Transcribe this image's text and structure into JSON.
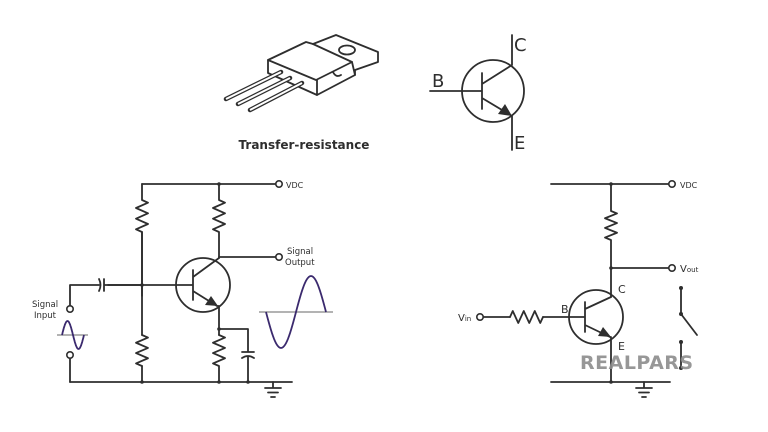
{
  "top": {
    "package_caption": "Transfer-resistance",
    "symbol": {
      "base": "B",
      "collector": "C",
      "emitter": "E"
    }
  },
  "left_circuit": {
    "supply": "VDC",
    "output_label_1": "Signal",
    "output_label_2": "Output",
    "input_label_1": "Signal",
    "input_label_2": "Input"
  },
  "right_circuit": {
    "supply": "VDC",
    "vout_main": "V",
    "vout_sub": "out",
    "vin_main": "V",
    "vin_sub": "in",
    "base": "B",
    "collector": "C",
    "emitter": "E"
  },
  "watermark": "REALPARS",
  "colors": {
    "wire": "#2e2e2e",
    "signal": "#3b2a6e",
    "axis": "#9a9a9a",
    "watermark": "#8c8c8c"
  }
}
